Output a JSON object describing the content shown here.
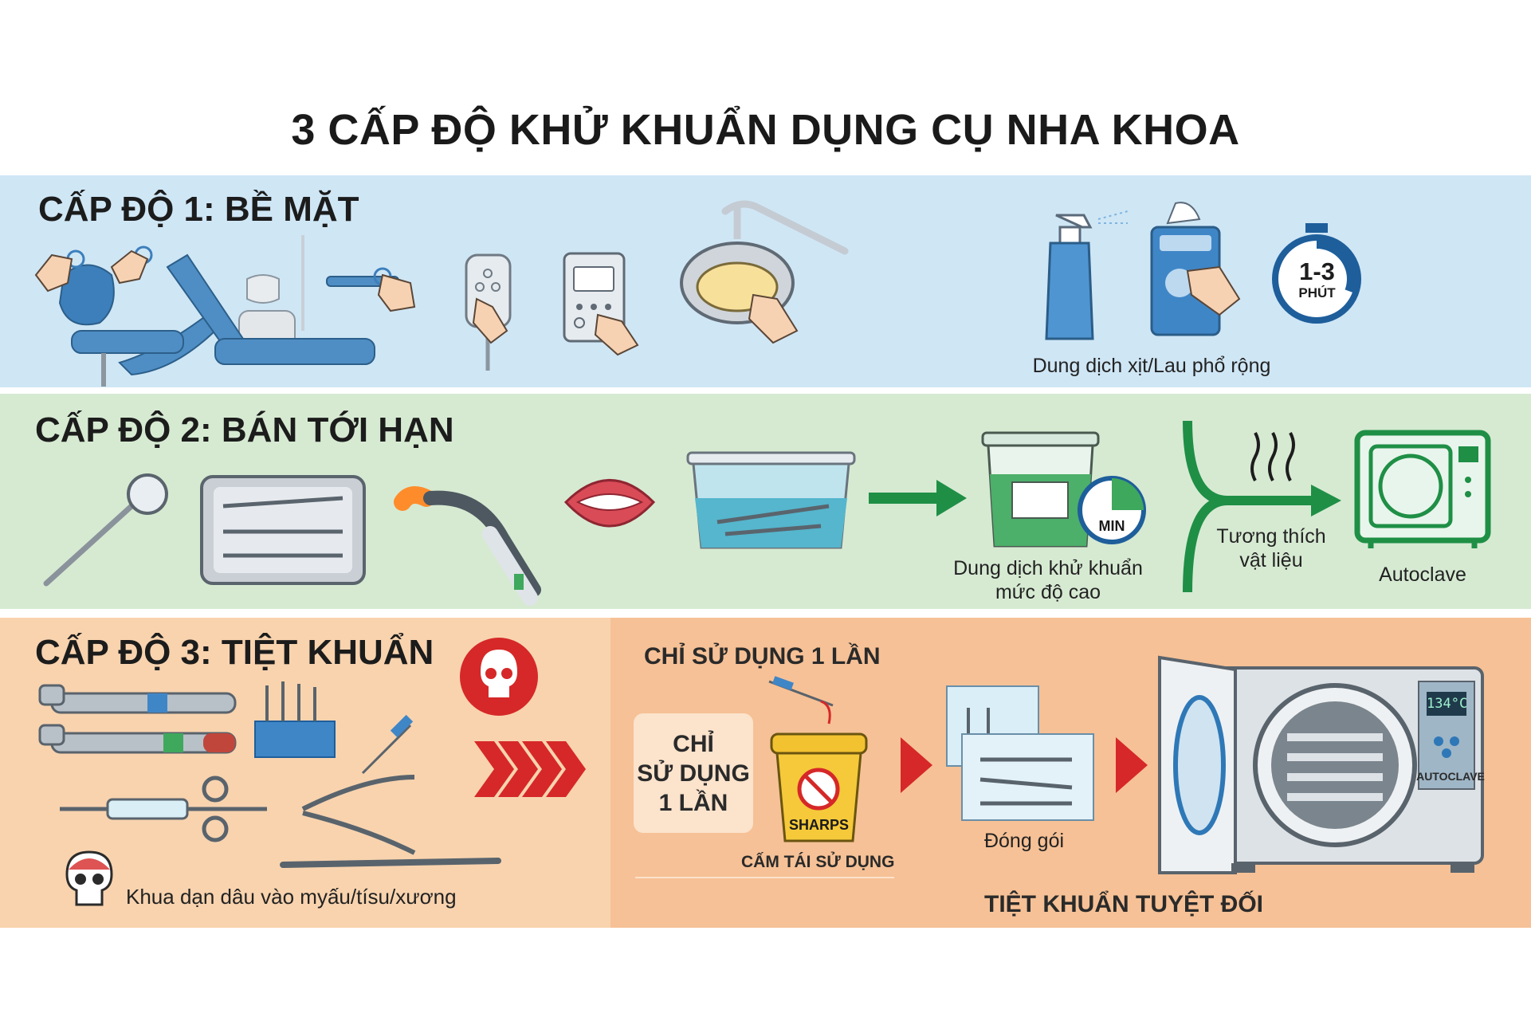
{
  "title": "3 CẤP ĐỘ KHỬ KHUẨN DỤNG CỤ NHA KHOA",
  "level1": {
    "heading": "CẤP ĐỘ 1: BỀ MẶT",
    "timer": {
      "value": "1-3",
      "unit": "PHÚT"
    },
    "caption": "Dung dịch xịt/Lau phổ rộng",
    "colors": {
      "band": "#cfe6f5",
      "accent": "#2f78b7"
    }
  },
  "level2": {
    "heading": "CẤP ĐỘ 2: BÁN TỚI HẠN",
    "timer_label": "MIN",
    "solution_caption_line1": "Dung dịch khử khuẩn",
    "solution_caption_line2": "mức độ cao",
    "compat_line1": "Tương thích",
    "compat_line2": "vật liệu",
    "autoclave_caption": "Autoclave",
    "colors": {
      "band": "#d6ead2",
      "accent": "#1f8f46"
    }
  },
  "level3": {
    "heading": "CẤP ĐỘ 3: TIỆT KHUẨN",
    "warning": "Khua dạn dâu vào myấu/tísu/xương",
    "single_use_title": "CHỈ SỬ DỤNG 1 LẦN",
    "single_use_box": [
      "CHỈ",
      "SỬ DỤNG",
      "1 LẦN"
    ],
    "sharps_label": "SHARPS",
    "no_reuse": "CẤM TÁI SỬ DỤNG",
    "packaging": "Đóng gói",
    "autoclave_temp": "134°C",
    "autoclave_label": "AUTOCLAVE",
    "footer": "TIỆT KHUẨN TUYỆT ĐỐI",
    "colors": {
      "band_left": "#f8d3ae",
      "band_right": "#f6c196",
      "danger": "#d62828"
    }
  }
}
